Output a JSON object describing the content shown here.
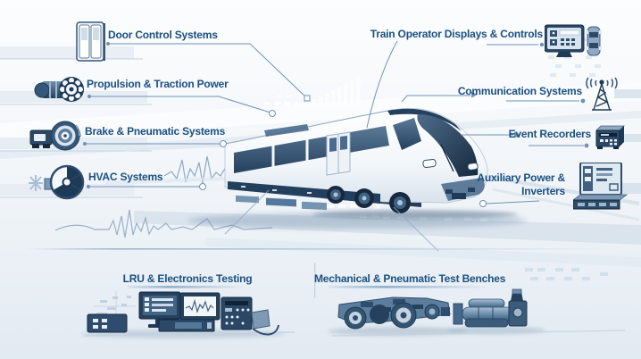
{
  "diagram": {
    "left_systems": [
      {
        "label": "Door Control Systems",
        "icon": "train-door-icon"
      },
      {
        "label": "Propulsion & Traction Power",
        "icon": "traction-motor-icon"
      },
      {
        "label": "Brake & Pneumatic Systems",
        "icon": "brake-disc-icon"
      },
      {
        "label": "HVAC Systems",
        "icon": "hvac-fan-icon"
      }
    ],
    "right_systems": [
      {
        "label": "Train Operator Displays & Controls",
        "icon": "operator-display-icon"
      },
      {
        "label": "Communication Systems",
        "icon": "antenna-icon"
      },
      {
        "label": "Event Recorders",
        "icon": "event-recorder-icon"
      },
      {
        "label": "Auxiliary Power & Inverters",
        "icon": "inverter-cabinet-icon"
      }
    ],
    "bottom_sections": [
      {
        "label": "LRU & Electronics Testing",
        "icon": "electronics-test-bench-illustration"
      },
      {
        "label": "Mechanical & Pneumatic Test Benches",
        "icon": "bogie-and-compressor-illustration"
      }
    ],
    "center": {
      "illustration": "modern-passenger-train"
    },
    "colors": {
      "label_text": "#1a5080",
      "connector_line": "#6e93b8",
      "dark_navy": "#1d3a57",
      "steel_blue": "#41607f",
      "light_steel": "#aec4d6",
      "background_top": "#fcfdfe",
      "background_bottom": "#e6edf4"
    }
  }
}
